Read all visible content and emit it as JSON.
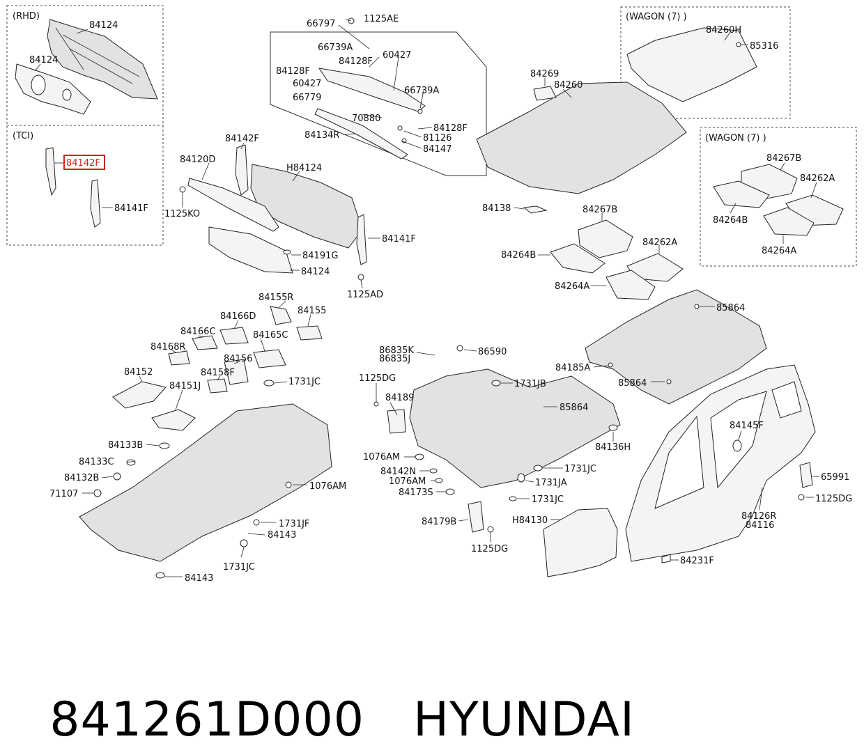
{
  "caption": {
    "part_number": "841261D000",
    "brand": "HYUNDAI"
  },
  "highlight_color": "#d42020",
  "sections": {
    "rhd": "(RHD)",
    "tci": "(TCI)",
    "wagon_top": "(WAGON (7) )",
    "wagon_right": "(WAGON (7) )"
  },
  "labels": {
    "rhd_84124_a": "84124",
    "rhd_84124_b": "84124",
    "tci_84142f": "84142F",
    "tci_84141f": "84141F",
    "l66797": "66797",
    "l1125ae": "1125AE",
    "l66739a_a": "66739A",
    "l60427_a": "60427",
    "l84128f_a": "84128F",
    "l84128f_b": "84128F",
    "l60427_b": "60427",
    "l66739a_b": "66739A",
    "l66779": "66779",
    "l70880": "70880",
    "l84128f_c": "84128F",
    "l84134r": "84134R",
    "l81126": "81126",
    "l84147": "84147",
    "l84142f_m": "84142F",
    "l84120d": "84120D",
    "lh84124": "H84124",
    "l1125ko": "1125KO",
    "l84141f_m": "84141F",
    "l84191g": "84191G",
    "l84124_m": "84124",
    "l1125ad": "1125AD",
    "l84260h": "84260H",
    "l85316": "85316",
    "l84269": "84269",
    "l84260": "84260",
    "l84138": "84138",
    "l84267b_m": "84267B",
    "l84262a_m": "84262A",
    "l84264b_m": "84264B",
    "l84264a_m": "84264A",
    "l84267b_r": "84267B",
    "l84262a_r": "84262A",
    "l84264b_r": "84264B",
    "l84264a_r": "84264A",
    "l84155r": "84155R",
    "l84166d": "84166D",
    "l84155": "84155",
    "l84166c": "84166C",
    "l84165c": "84165C",
    "l84168r": "84168R",
    "l84156": "84156",
    "l84152": "84152",
    "l84158f": "84158F",
    "l1731jc_a": "1731JC",
    "l84151j": "84151J",
    "l84133b": "84133B",
    "l84133c": "84133C",
    "l84132b": "84132B",
    "l71107": "71107",
    "l1076am_a": "1076AM",
    "l1731jf": "1731JF",
    "l84143_a": "84143",
    "l1731jc_b": "1731JC",
    "l84143_b": "84143",
    "l86835k": "86835K",
    "l86835j": "86835J",
    "l86590": "86590",
    "l1125dg_a": "1125DG",
    "l1731jb": "1731JB",
    "l84189": "84189",
    "l85864_a": "85864",
    "l84136h": "84136H",
    "l1076am_b": "1076AM",
    "l1731jc_c": "1731JC",
    "l84142n": "84142N",
    "l1076am_c": "1076AM",
    "l1731ja": "1731JA",
    "l84173s": "84173S",
    "l1731jc_d": "1731JC",
    "l84179b": "84179B",
    "lh84130": "H84130",
    "l1125dg_b": "1125DG",
    "l85864_b": "85864",
    "l84185a": "84185A",
    "l85864_c": "85864",
    "l84145f": "84145F",
    "l65991": "65991",
    "l1125dg_c": "1125DG",
    "l84126r": "84126R",
    "l84116": "84116",
    "l84231f": "84231F"
  }
}
